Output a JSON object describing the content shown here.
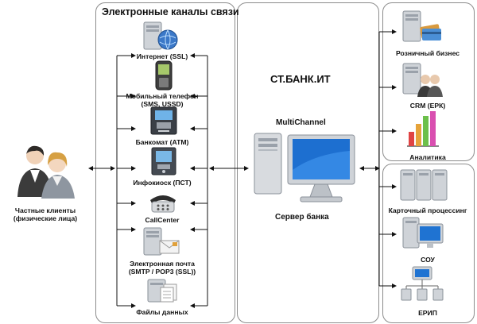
{
  "channels_panel": {
    "title": "Электронные каналы связи",
    "items": [
      {
        "label": "Интернет (SSL)",
        "icon": "server-globe-icon"
      },
      {
        "label": "Мобильный телефон\n(SMS, USSD)",
        "icon": "mobile-phone-icon"
      },
      {
        "label": "Банкомат (ATM)",
        "icon": "atm-icon"
      },
      {
        "label": "Инфокиоск (ПСТ)",
        "icon": "kiosk-icon"
      },
      {
        "label": "CallCenter",
        "icon": "telephone-icon"
      },
      {
        "label": "Электронная почта\n(SMTP / POP3 (SSL))",
        "icon": "server-mail-icon"
      },
      {
        "label": "Файлы данных",
        "icon": "data-files-icon"
      }
    ]
  },
  "clients": {
    "label": "Частные клиенты\n(физические лица)",
    "icon": "people-icon"
  },
  "bank": {
    "title": "СТ.БАНК.ИТ",
    "multichannel": "MultiChannel",
    "server_label": "Сервер банка",
    "icon": "desktop-server-icon"
  },
  "right_top": [
    {
      "label": "Розничный бизнес",
      "icon": "server-cards-icon"
    },
    {
      "label": "CRM (ЕРК)",
      "icon": "server-users-icon"
    },
    {
      "label": "Аналитика",
      "icon": "bar-chart-icon"
    }
  ],
  "right_bottom": [
    {
      "label": "Карточный процессинг",
      "icon": "servers-icon"
    },
    {
      "label": "СОУ",
      "icon": "server-monitor-icon"
    },
    {
      "label": "ЕРИП",
      "icon": "network-icon"
    }
  ]
}
